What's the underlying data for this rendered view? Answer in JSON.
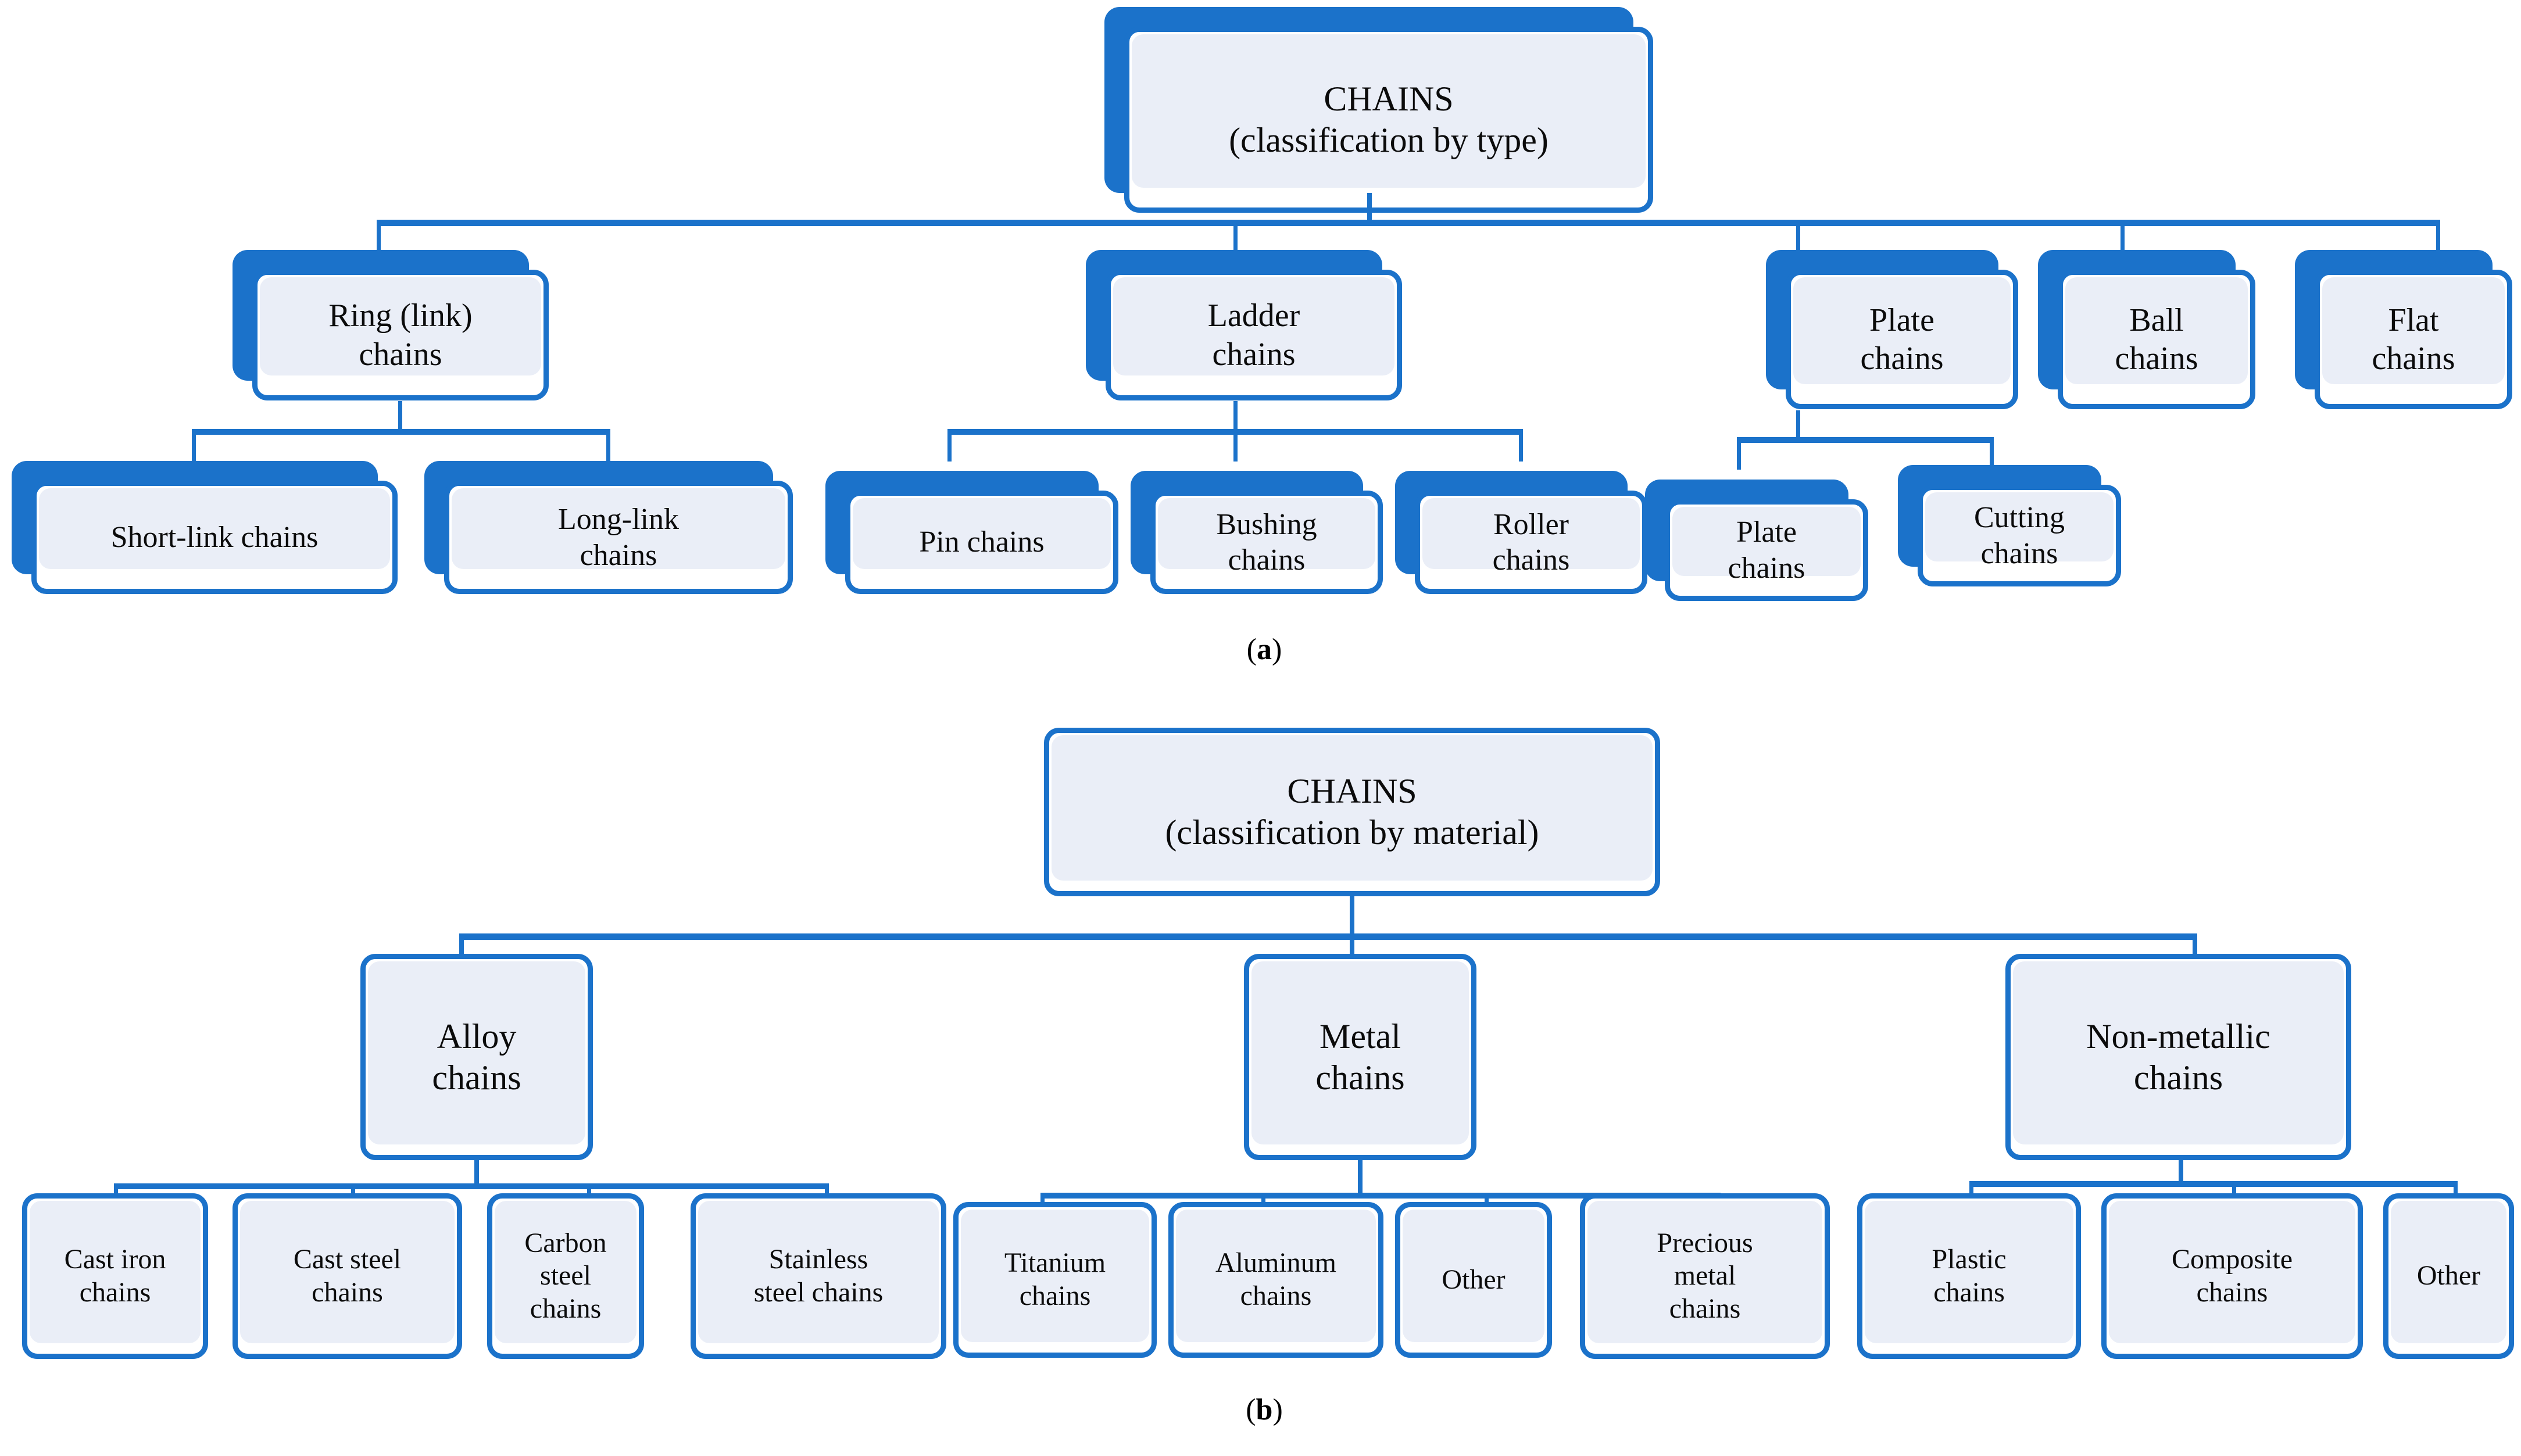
{
  "figure": {
    "panel_a_label": "(a)",
    "panel_b_label": "(b)",
    "accent_color": "#1b72ca",
    "node_fill_color": "#eaeef7",
    "background_color": "#ffffff"
  },
  "panel_a": {
    "root": "CHAINS\n(classification by type)",
    "root_title": "CHAINS",
    "root_subtitle": "(classification by type)",
    "level1": [
      {
        "label": "Ring (link)\nchains"
      },
      {
        "label": "Ladder\nchains"
      },
      {
        "label": "Plate\nchains"
      },
      {
        "label": "Ball\nchains"
      },
      {
        "label": "Flat\nchains"
      }
    ],
    "level2": {
      "ring": [
        {
          "label": "Short-link chains"
        },
        {
          "label": "Long-link\nchains"
        }
      ],
      "ladder": [
        {
          "label": "Pin chains"
        },
        {
          "label": "Bushing\nchains"
        },
        {
          "label": "Roller\nchains"
        }
      ],
      "plate": [
        {
          "label": "Plate\nchains"
        },
        {
          "label": "Cutting\nchains"
        }
      ]
    }
  },
  "panel_b": {
    "root": "CHAINS\n(classification by material)",
    "root_title": "CHAINS",
    "root_subtitle": "(classification by material)",
    "level1": [
      {
        "label": "Alloy\nchains"
      },
      {
        "label": "Metal\nchains"
      },
      {
        "label": "Non-metallic\nchains"
      }
    ],
    "level2": {
      "alloy": [
        {
          "label": "Cast iron\nchains"
        },
        {
          "label": "Cast steel\nchains"
        },
        {
          "label": "Carbon\nsteel\nchains"
        },
        {
          "label": "Stainless\nsteel chains"
        }
      ],
      "metal": [
        {
          "label": "Titanium\nchains"
        },
        {
          "label": "Aluminum\nchains"
        },
        {
          "label": "Other"
        },
        {
          "label": "Precious\nmetal\nchains"
        }
      ],
      "nonmetallic": [
        {
          "label": "Plastic\nchains"
        },
        {
          "label": "Composite\nchains"
        },
        {
          "label": "Other"
        }
      ]
    }
  }
}
